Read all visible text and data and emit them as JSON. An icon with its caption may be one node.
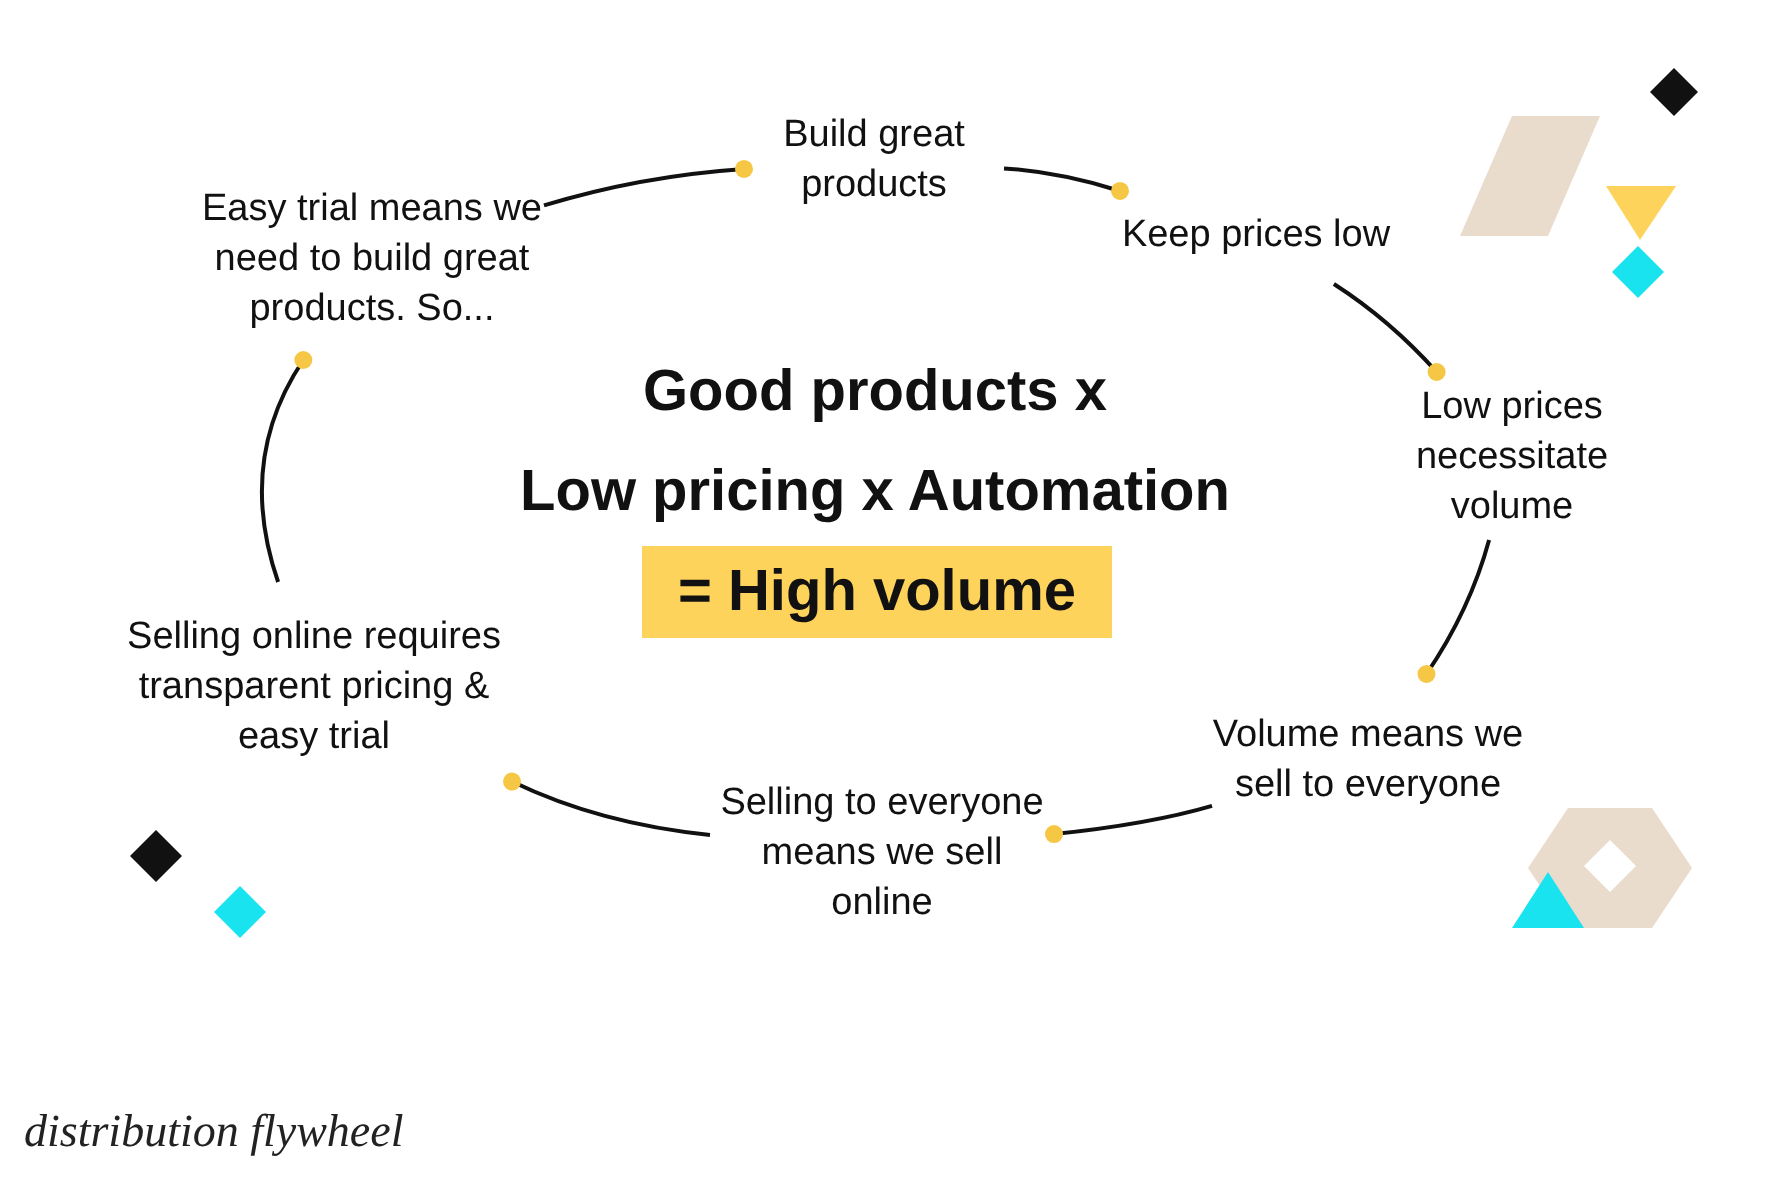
{
  "diagram": {
    "caption": "distribution flywheel",
    "nodes": [
      {
        "text": [
          "Easy trial means we need to build great products. So..."
        ]
      },
      {
        "text": [
          "Build great products"
        ]
      },
      {
        "text": [
          "Keep prices low"
        ]
      },
      {
        "text": [
          "Low prices necessitate volume"
        ]
      },
      {
        "text": [
          "Volume means we sell to everyone"
        ]
      },
      {
        "text": [
          "Selling to everyone means we sell online"
        ]
      },
      {
        "text": [
          "Selling online requires transparent pricing & easy trial"
        ]
      },
      {
        "text": [
          "= High volume"
        ]
      }
    ],
    "edges": [
      {
        "from": 0,
        "to": 1,
        "arrow": "other"
      },
      {
        "from": 1,
        "to": 2,
        "arrow": "other"
      },
      {
        "from": 2,
        "to": 3,
        "arrow": "other"
      },
      {
        "from": 3,
        "to": 4,
        "arrow": "other"
      },
      {
        "from": 4,
        "to": 5,
        "arrow": "other"
      },
      {
        "from": 5,
        "to": 6,
        "arrow": "other"
      },
      {
        "from": 6,
        "to": 0,
        "arrow": "other"
      }
    ],
    "labels": [
      "Good products x",
      "Low pricing x Automation"
    ]
  }
}
